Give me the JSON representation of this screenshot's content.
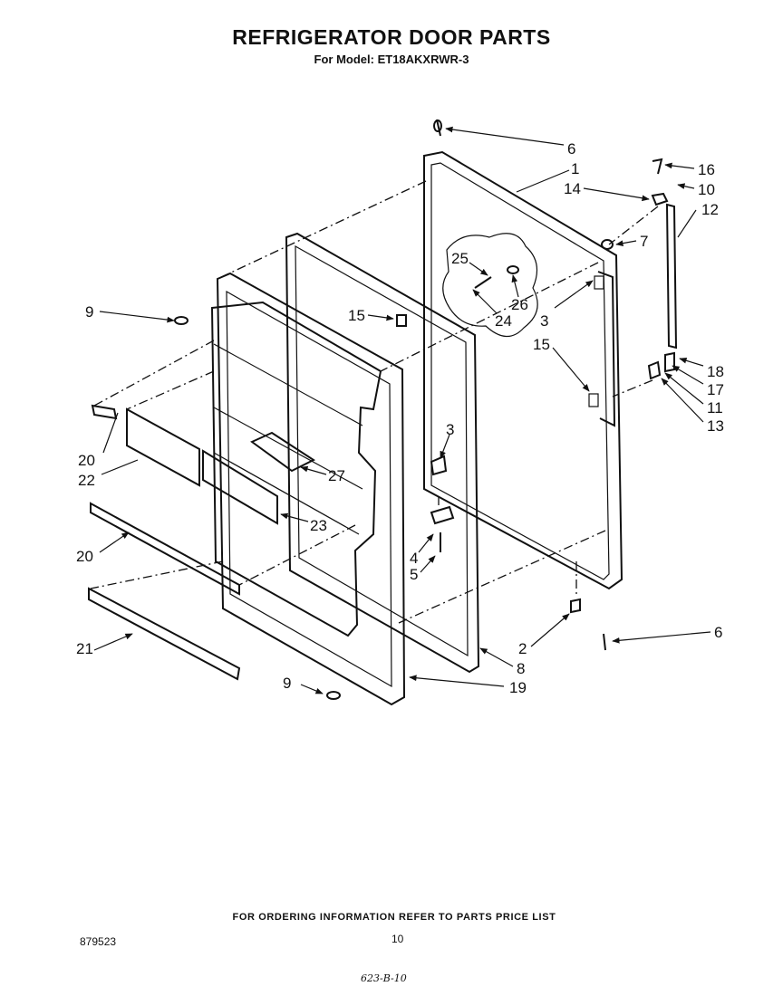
{
  "header": {
    "title": "REFRIGERATOR DOOR PARTS",
    "subtitle": "For Model: ET18AKXRWR-3"
  },
  "callouts": [
    {
      "id": "c-6a",
      "label": "6"
    },
    {
      "id": "c-1",
      "label": "1"
    },
    {
      "id": "c-16",
      "label": "16"
    },
    {
      "id": "c-14",
      "label": "14"
    },
    {
      "id": "c-10",
      "label": "10"
    },
    {
      "id": "c-12",
      "label": "12"
    },
    {
      "id": "c-7",
      "label": "7"
    },
    {
      "id": "c-25",
      "label": "25"
    },
    {
      "id": "c-26",
      "label": "26"
    },
    {
      "id": "c-24",
      "label": "24"
    },
    {
      "id": "c-9a",
      "label": "9"
    },
    {
      "id": "c-15a",
      "label": "15"
    },
    {
      "id": "c-3a",
      "label": "3"
    },
    {
      "id": "c-15b",
      "label": "15"
    },
    {
      "id": "c-18",
      "label": "18"
    },
    {
      "id": "c-17",
      "label": "17"
    },
    {
      "id": "c-11",
      "label": "11"
    },
    {
      "id": "c-13",
      "label": "13"
    },
    {
      "id": "c-3b",
      "label": "3"
    },
    {
      "id": "c-20a",
      "label": "20"
    },
    {
      "id": "c-22",
      "label": "22"
    },
    {
      "id": "c-27",
      "label": "27"
    },
    {
      "id": "c-23",
      "label": "23"
    },
    {
      "id": "c-4",
      "label": "4"
    },
    {
      "id": "c-5",
      "label": "5"
    },
    {
      "id": "c-20b",
      "label": "20"
    },
    {
      "id": "c-21",
      "label": "21"
    },
    {
      "id": "c-6b",
      "label": "6"
    },
    {
      "id": "c-2",
      "label": "2"
    },
    {
      "id": "c-8",
      "label": "8"
    },
    {
      "id": "c-9b",
      "label": "9"
    },
    {
      "id": "c-19",
      "label": "19"
    }
  ],
  "footer": {
    "ordering_note": "FOR ORDERING INFORMATION REFER TO PARTS PRICE LIST",
    "diagram_number": "879523",
    "page_number": "10",
    "handwritten_note": "623-B-10"
  }
}
